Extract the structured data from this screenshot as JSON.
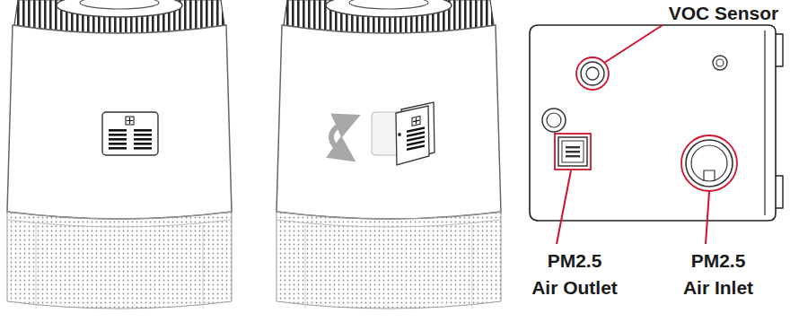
{
  "diagram": {
    "labels": [
      "VOC Sensor",
      "PM2.5 Air Outlet",
      "PM2.5 Air Inlet"
    ]
  }
}
